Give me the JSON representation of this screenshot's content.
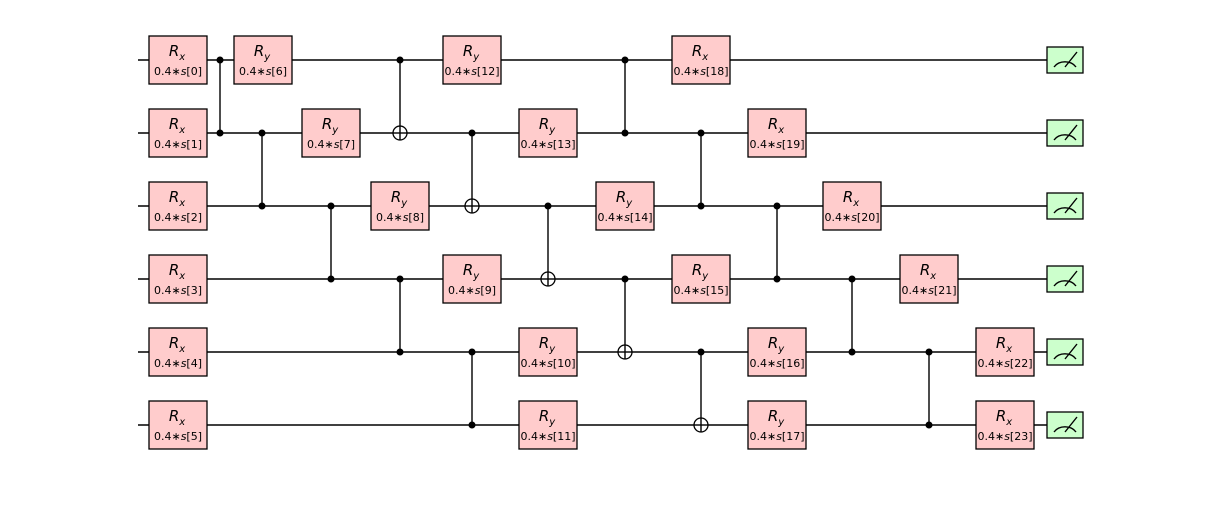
{
  "circuit": {
    "num_qubits": 6,
    "gates": [
      {
        "type": "rot",
        "axis": "x",
        "param": "s[0]",
        "qubit": 0,
        "col": 0
      },
      {
        "type": "rot",
        "axis": "x",
        "param": "s[1]",
        "qubit": 1,
        "col": 0
      },
      {
        "type": "rot",
        "axis": "x",
        "param": "s[2]",
        "qubit": 2,
        "col": 0
      },
      {
        "type": "rot",
        "axis": "x",
        "param": "s[3]",
        "qubit": 3,
        "col": 0
      },
      {
        "type": "rot",
        "axis": "x",
        "param": "s[4]",
        "qubit": 4,
        "col": 0
      },
      {
        "type": "rot",
        "axis": "x",
        "param": "s[5]",
        "qubit": 5,
        "col": 0
      },
      {
        "type": "cz",
        "qubits": [
          0,
          1
        ],
        "col": 1
      },
      {
        "type": "rot",
        "axis": "y",
        "param": "s[6]",
        "qubit": 0,
        "col": 2
      },
      {
        "type": "cz",
        "qubits": [
          1,
          2
        ],
        "col": 3
      },
      {
        "type": "rot",
        "axis": "y",
        "param": "s[7]",
        "qubit": 1,
        "col": 4
      },
      {
        "type": "cz",
        "qubits": [
          2,
          3
        ],
        "col": 5
      },
      {
        "type": "rot",
        "axis": "y",
        "param": "s[8]",
        "qubit": 2,
        "col": 6
      },
      {
        "type": "cnot",
        "control": 0,
        "target": 1,
        "col": 7
      },
      {
        "type": "cz",
        "qubits": [
          3,
          4
        ],
        "col": 7
      },
      {
        "type": "rot",
        "axis": "y",
        "param": "s[9]",
        "qubit": 3,
        "col": 8
      },
      {
        "type": "rot",
        "axis": "y",
        "param": "s[12]",
        "qubit": 0,
        "col": 8
      },
      {
        "type": "cnot",
        "control": 1,
        "target": 2,
        "col": 9
      },
      {
        "type": "cz",
        "qubits": [
          4,
          5
        ],
        "col": 9
      },
      {
        "type": "rot",
        "axis": "y",
        "param": "s[13]",
        "qubit": 1,
        "col": 10
      },
      {
        "type": "rot",
        "axis": "y",
        "param": "s[10]",
        "qubit": 4,
        "col": 10
      },
      {
        "type": "rot",
        "axis": "y",
        "param": "s[11]",
        "qubit": 5,
        "col": 10
      },
      {
        "type": "cnot",
        "control": 2,
        "target": 3,
        "col": 11
      },
      {
        "type": "rot",
        "axis": "y",
        "param": "s[14]",
        "qubit": 2,
        "col": 12
      },
      {
        "type": "cz",
        "qubits": [
          0,
          1
        ],
        "col": 13
      },
      {
        "type": "cnot",
        "control": 3,
        "target": 4,
        "col": 13
      },
      {
        "type": "rot",
        "axis": "x",
        "param": "s[18]",
        "qubit": 0,
        "col": 14
      },
      {
        "type": "rot",
        "axis": "y",
        "param": "s[15]",
        "qubit": 3,
        "col": 14
      },
      {
        "type": "cz",
        "qubits": [
          1,
          2
        ],
        "col": 15
      },
      {
        "type": "cnot",
        "control": 4,
        "target": 5,
        "col": 15
      },
      {
        "type": "rot",
        "axis": "x",
        "param": "s[19]",
        "qubit": 1,
        "col": 16
      },
      {
        "type": "rot",
        "axis": "y",
        "param": "s[16]",
        "qubit": 4,
        "col": 16
      },
      {
        "type": "rot",
        "axis": "y",
        "param": "s[17]",
        "qubit": 5,
        "col": 16
      },
      {
        "type": "cz",
        "qubits": [
          2,
          3
        ],
        "col": 17
      },
      {
        "type": "rot",
        "axis": "x",
        "param": "s[20]",
        "qubit": 2,
        "col": 18
      },
      {
        "type": "cz",
        "qubits": [
          3,
          4
        ],
        "col": 19
      },
      {
        "type": "rot",
        "axis": "x",
        "param": "s[21]",
        "qubit": 3,
        "col": 20
      },
      {
        "type": "cz",
        "qubits": [
          4,
          5
        ],
        "col": 21
      },
      {
        "type": "rot",
        "axis": "x",
        "param": "s[22]",
        "qubit": 4,
        "col": 22
      },
      {
        "type": "rot",
        "axis": "x",
        "param": "s[23]",
        "qubit": 5,
        "col": 22
      }
    ],
    "param_prefix": "0.4∗",
    "measure_all": true,
    "colors": {
      "rotation_gate_fill": "#ffcccc",
      "measure_fill": "#ccffcc",
      "wire": "#000000"
    }
  }
}
